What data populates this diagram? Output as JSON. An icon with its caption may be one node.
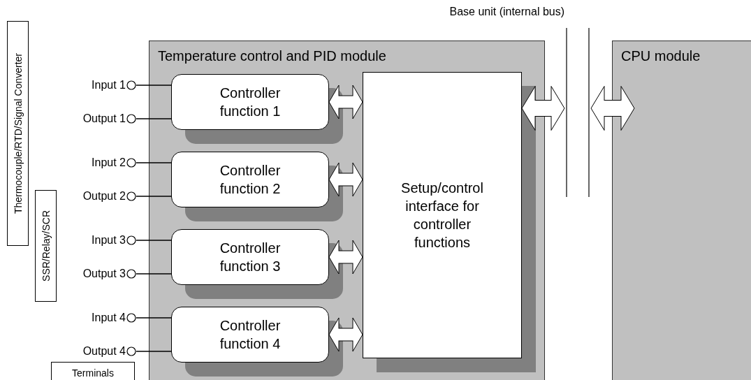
{
  "diagram": {
    "nodes": [
      {
        "text": [
          "Temperature control and PID module"
        ]
      },
      {
        "text": [
          "Controller function 1"
        ],
        "in": 0
      },
      {
        "text": [
          "Controller function 2"
        ],
        "in": 0
      },
      {
        "text": [
          "Controller function 3"
        ],
        "in": 0
      },
      {
        "text": [
          "Controller function 4"
        ],
        "in": 0
      },
      {
        "text": [
          "Setup/control interface for controller functions"
        ],
        "in": 0
      },
      {
        "text": [
          "Base unit (internal bus)"
        ]
      },
      {
        "text": [
          "CPU module"
        ]
      },
      {
        "text": [
          "Input 1"
        ]
      },
      {
        "text": [
          "Output 1"
        ]
      },
      {
        "text": [
          "Input 2"
        ]
      },
      {
        "text": [
          "Output 2"
        ]
      },
      {
        "text": [
          "Input 3"
        ]
      },
      {
        "text": [
          "Output 3"
        ]
      },
      {
        "text": [
          "Input 4"
        ]
      },
      {
        "text": [
          "Output 4"
        ]
      },
      {
        "text": [
          "Thermocouple/RTD/Signal Converter"
        ]
      },
      {
        "text": [
          "SSR/Relay/SCR"
        ]
      },
      {
        "text": [
          "Terminals"
        ]
      }
    ],
    "edges": [
      {
        "from": 8,
        "to": 1,
        "arrow": "none"
      },
      {
        "from": 9,
        "to": 1,
        "arrow": "none"
      },
      {
        "from": 10,
        "to": 2,
        "arrow": "none"
      },
      {
        "from": 11,
        "to": 2,
        "arrow": "none"
      },
      {
        "from": 12,
        "to": 3,
        "arrow": "none"
      },
      {
        "from": 13,
        "to": 3,
        "arrow": "none"
      },
      {
        "from": 14,
        "to": 4,
        "arrow": "none"
      },
      {
        "from": 15,
        "to": 4,
        "arrow": "none"
      },
      {
        "from": 1,
        "to": 5,
        "arrow": "both",
        "style": "thick"
      },
      {
        "from": 2,
        "to": 5,
        "arrow": "both",
        "style": "thick"
      },
      {
        "from": 3,
        "to": 5,
        "arrow": "both",
        "style": "thick"
      },
      {
        "from": 4,
        "to": 5,
        "arrow": "both",
        "style": "thick"
      },
      {
        "from": 5,
        "to": 6,
        "arrow": "both",
        "style": "thick"
      },
      {
        "from": 6,
        "to": 7,
        "arrow": "both",
        "style": "thick"
      }
    ]
  }
}
